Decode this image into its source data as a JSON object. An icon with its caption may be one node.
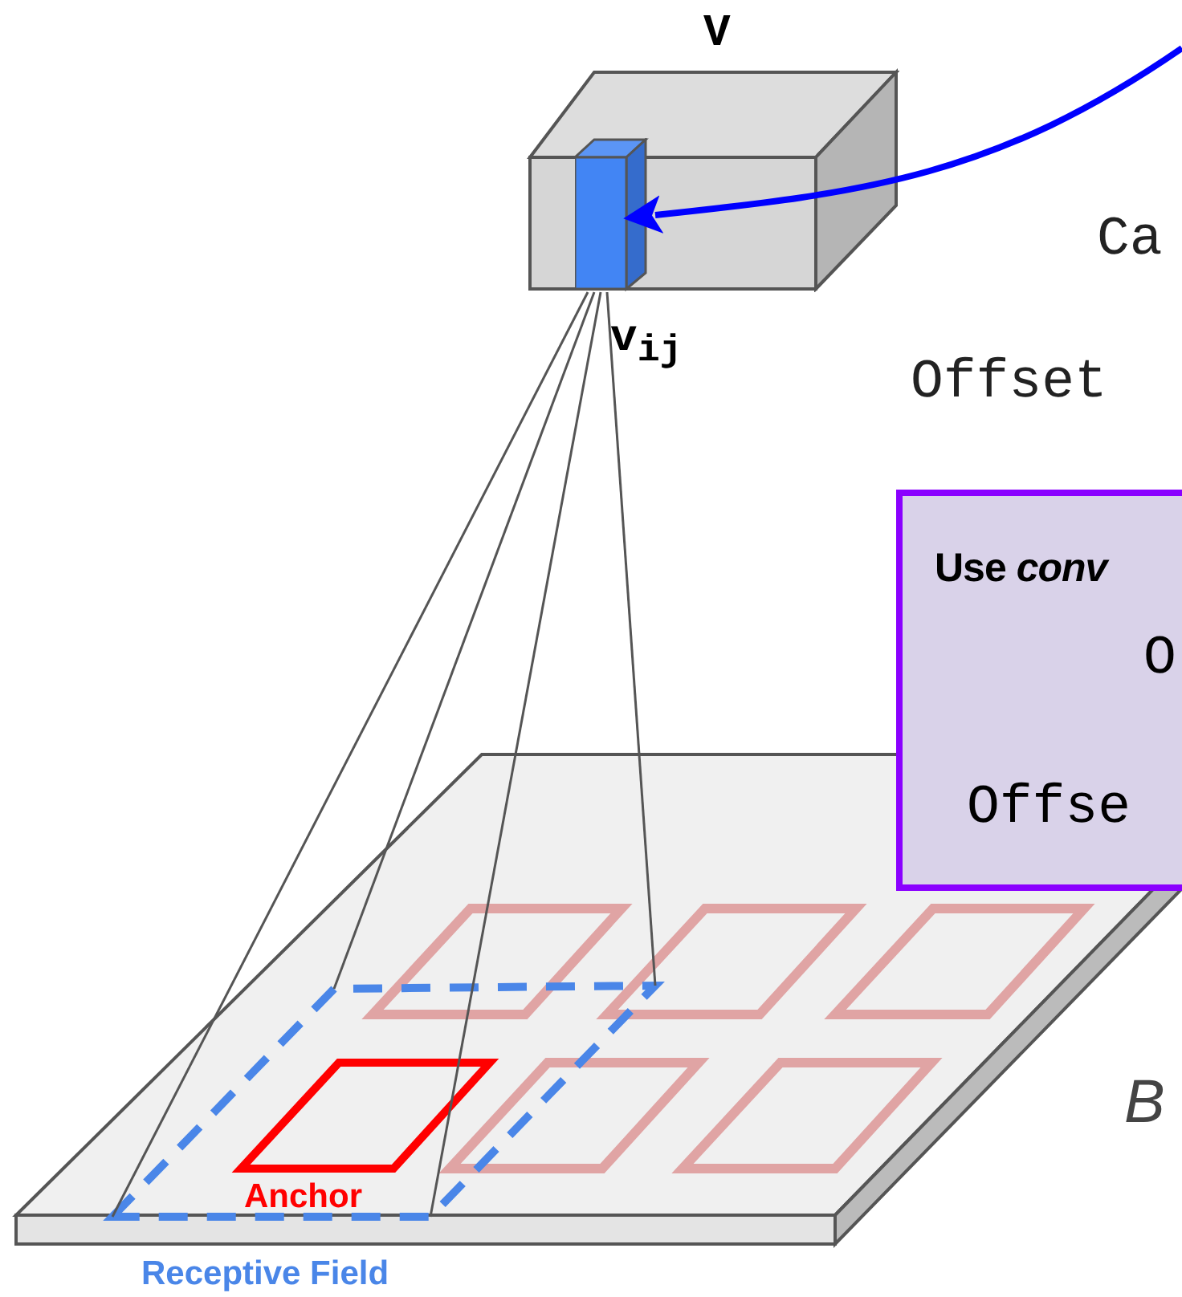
{
  "diagram": {
    "nodes": [
      {
        "text": [
          "V"
        ]
      },
      {
        "text": [
          "v$_{ij}$"
        ],
        "in": 0
      },
      {
        "text": [
          "Use *conv*",
          "O",
          "Offse"
        ]
      }
    ],
    "edges": [
      {
        "from": null,
        "to": 1,
        "arrow": "to",
        "color": "#0000ff"
      }
    ],
    "labels": [
      "Ca",
      "Offset",
      "B",
      "Anchor",
      "Receptive Field"
    ]
  }
}
